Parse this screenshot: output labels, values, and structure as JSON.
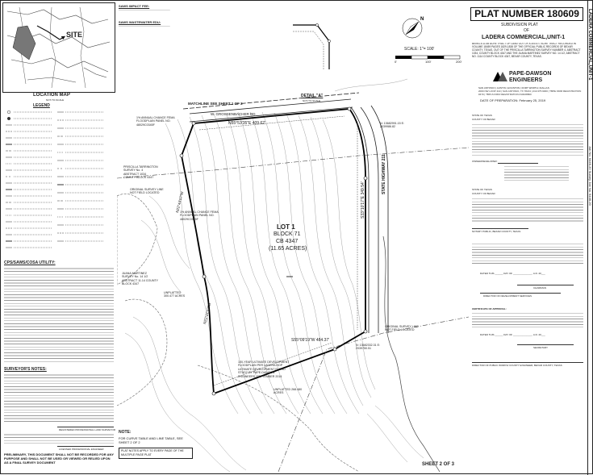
{
  "plat_number": "PLAT NUMBER 180609",
  "subdivision_plat_label": "SUBDIVISION PLAT",
  "of_label": "OF",
  "subdivision_name": "LADERA COMMERCIAL,UNIT-1",
  "right_margin_title": "LADERA COMMERCIAL,UNIT-1",
  "right_margin_job": "Job No. 6446-20  Survey Job No. 6446-20",
  "location_map_label": "LOCATION MAP",
  "site_label": "SITE",
  "not_to_scale": "NOT-TO-SCALE",
  "saws_impact_fee": "SAWS IMPACT FEE:",
  "saws_wastewater": "SAWS WASTEWATER EDU:",
  "scale_label": "SCALE: 1\"= 100'",
  "scale_ticks": [
    "0'",
    "100'",
    "200'"
  ],
  "firm_name_1": "PAPE-DAWSON",
  "firm_name_2": "ENGINEERS",
  "date_of_preparation": "DATE OF PREPARATION: February 25, 2019",
  "legend_title": "LEGEND",
  "detail_a": "DETAIL \"A\"",
  "detail_a_sub": "NOT-TO-SCALE",
  "matchline": "MATCHLINE SEE SHEET 1 OF 2",
  "lot_label": "LOT 1",
  "block_label": "BLOCK 71",
  "cb_label": "CB 4347",
  "acres_label": "(11.65 ACRES)",
  "bearing_top": "N55°53'35\"E  409.62'",
  "bearing_bottom": "S55°09'19\"W  484.37'",
  "bearing_left_1": "N22°44'07\"W",
  "bearing_left_2": "N22°21'07\"W",
  "bearing_right": "S33°10'17\"E  349.54'",
  "road_name": "W. GROSSENBACHER RD",
  "state_highway": "STATE HIGHWAY 211",
  "floodplain_top": "1% ANNUAL CHANCE FEMA FLOODPLAIN PANEL NO. 48029C0345F",
  "floodplain_mid": "1% ANNUAL CHANCE FEMA FLOODPLAIN PANEL NO. 48029C0345F",
  "floodplain_bottom": "100-YEAR ULTIMATE DEVELOPMENT FLOODPLAIN PER LADERA HOP ULTIMATE DEVELOPMENT FLOOD STUDY BY PAPE-DAWSON ENGINEERS, SEPTEMBER 2014",
  "survey_left": "PRISCILLA TARRINGTON SURVEY No. 4 ABSTRACT 1034 COUNTY BLOCK 4347",
  "survey_juana": "JUANA MARTINEZ SURVEY No. 14 1/2 ABSTRACT 11.14 COUNTY BLOCK 4347",
  "original_survey_line_1": "ORIGINAL SURVEY LINE NOT FIELD LOCATED",
  "original_survey_line_2": "ORIGINAL SURVEY LINE NOT FIELD LOCATED",
  "unplatted_1": "UNPLATTED 300.477 ACRES",
  "unplatted_2": "UNPLATTED 268.480 ACRES",
  "coord_1": "N: 13682991.15  E: 2039986.82",
  "coord_2": "N: 13682332.31  E: 2039750.51",
  "cps_title": "CPS/SAWS/COSA UTILITY:",
  "surveyors_notes_title": "SURVEYOR'S NOTES:",
  "note_label": "NOTE:",
  "note_text": "FOR CURVE TABLE AND LINE TABLE, SEE SHEET 2 OF 2",
  "plat_notes_box": "PLAT NOTES APPLY TO EVERY PAGE OF THE MULTIPLE PAGE PLAT",
  "sheet_label": "SHEET 2 OF 3",
  "registered_surveyor": "REGISTERED PROFESSIONAL LAND SURVEYOR",
  "licensed_engineer": "LICENSED PROFESSIONAL ENGINEER",
  "preliminary_text": "PRELIMINARY, THIS DOCUMENT SHALL NOT BE RECORDED FOR ANY PURPOSE AND SHALL NOT BE USED OR VIEWED OR RELIED UPON AS A FINAL SURVEY DOCUMENT",
  "state_of_texas": "STATE OF TEXAS",
  "county_of_bexar": "COUNTY OF BEXAR",
  "owner_developer": "OWNER/DEVELOPER:",
  "dated_this": "DATED THIS ______ DAY OF ______________, A.D. 20___",
  "director_dev_services": "DIRECTOR OF DEVELOPMENT SERVICES",
  "director_public_works": "DIRECTOR OF PUBLIC WORKS/ COUNTY ENGINEER, BEXAR COUNTY, TEXAS",
  "certificate_of_approval": "CERTIFICATE OF APPROVAL:",
  "notary_public": "NOTARY PUBLIC, BEXAR COUNTY, TEXAS",
  "chairman": "CHAIRMAN",
  "secretary": "SECRETARY",
  "description_text": "BEING A 11.65 ACRE TRACT OF LAND OUT OF A 300.477 ACRE TRACT RECORDED IN VOLUME 18459 PAGES 1829-1838 OF THE OFFICIAL PUBLIC RECORDS OF BEXAR COUNTY, TEXAS, OUT OF THE PRISCILLA TARRINGTON SURVEY NUMBER 4, ABSTRACT 1034, COUNTY BLOCK 4347 AND THE JUANA MARTINEZ SURVEY NO. 14 1/2, ABSTRACT NO. 1114 COUNTY BLOCK 4347, BEXAR COUNTY, TEXAS.",
  "firm_address": "2000 NW LOOP 410 | SAN ANTONIO, TX 78213 | 210.375.9000 | TBPE FIRM REGISTRATION #470 | TBPLS FIRM REGISTRATION #10028800",
  "firm_cities": "SAN ANTONIO | AUSTIN | HOUSTON | FORT WORTH | DALLAS",
  "north_label": "N"
}
